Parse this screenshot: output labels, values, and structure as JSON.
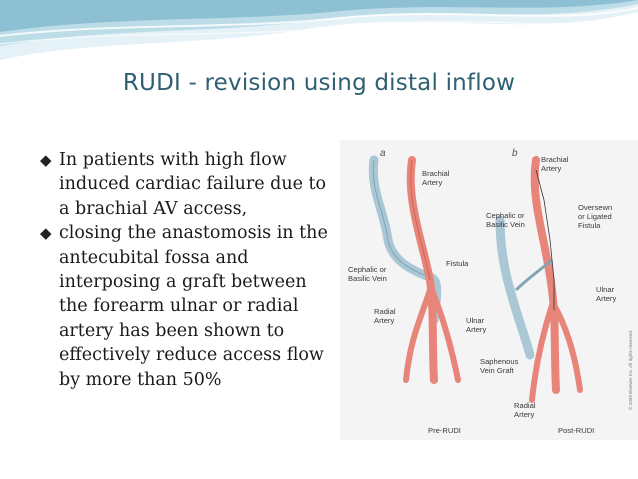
{
  "slide": {
    "title": "RUDI - revision using distal inflow",
    "bullets": [
      "In patients with high flow induced cardiac failure due to a brachial AV access,",
      "closing the anastomosis in the antecubital fossa and interposing a graft between the forearm ulnar or radial artery has been shown to effectively reduce access flow by more than 50%"
    ]
  },
  "figure": {
    "panel_a": "a",
    "panel_b": "b",
    "labels_a": {
      "brachial_artery": [
        "Brachial",
        "Artery"
      ],
      "cephalic_basilic": [
        "Cephalic or",
        "Basilic Vein"
      ],
      "fistula": "Fistula",
      "radial_artery": [
        "Radial",
        "Artery"
      ],
      "ulnar_artery": [
        "Ulnar",
        "Artery"
      ],
      "caption": "Pre-RUDI"
    },
    "labels_b": {
      "brachial_artery": [
        "Brachial",
        "Artery"
      ],
      "cephalic_basilic": [
        "Cephalic or",
        "Basilic Vein"
      ],
      "oversewn_fistula": [
        "Oversewn",
        "or Ligated",
        "Fistula"
      ],
      "ulnar_artery": [
        "Ulnar",
        "Artery"
      ],
      "saphenous_graft": [
        "Saphenous",
        "Vein Graft"
      ],
      "radial_artery": [
        "Radial",
        "Artery"
      ],
      "caption": "Post-RUDI"
    },
    "copyright": "© 2009 Elsevier Inc. All rights reserved."
  },
  "colors": {
    "title": "#2e5f72",
    "artery": "#e8857a",
    "vein": "#a9c7d4",
    "wave_light": "#cfe6ef",
    "wave_dark": "#7fb3c9"
  }
}
